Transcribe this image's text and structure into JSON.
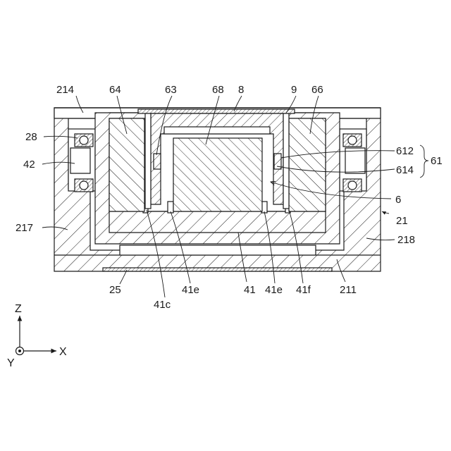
{
  "labels": {
    "l214": "214",
    "l64": "64",
    "l63": "63",
    "l68": "68",
    "l8": "8",
    "l9": "9",
    "l66": "66",
    "l28": "28",
    "l42": "42",
    "l612": "612",
    "l614": "614",
    "l61": "61",
    "l6": "6",
    "l21": "21",
    "l217": "217",
    "l218": "218",
    "l25": "25",
    "l41": "41",
    "l211": "211",
    "l41c": "41c",
    "l41e_left": "41e",
    "l41e_right": "41e",
    "l41f": "41f"
  },
  "axes": {
    "z": "Z",
    "x": "X",
    "y": "Y"
  }
}
